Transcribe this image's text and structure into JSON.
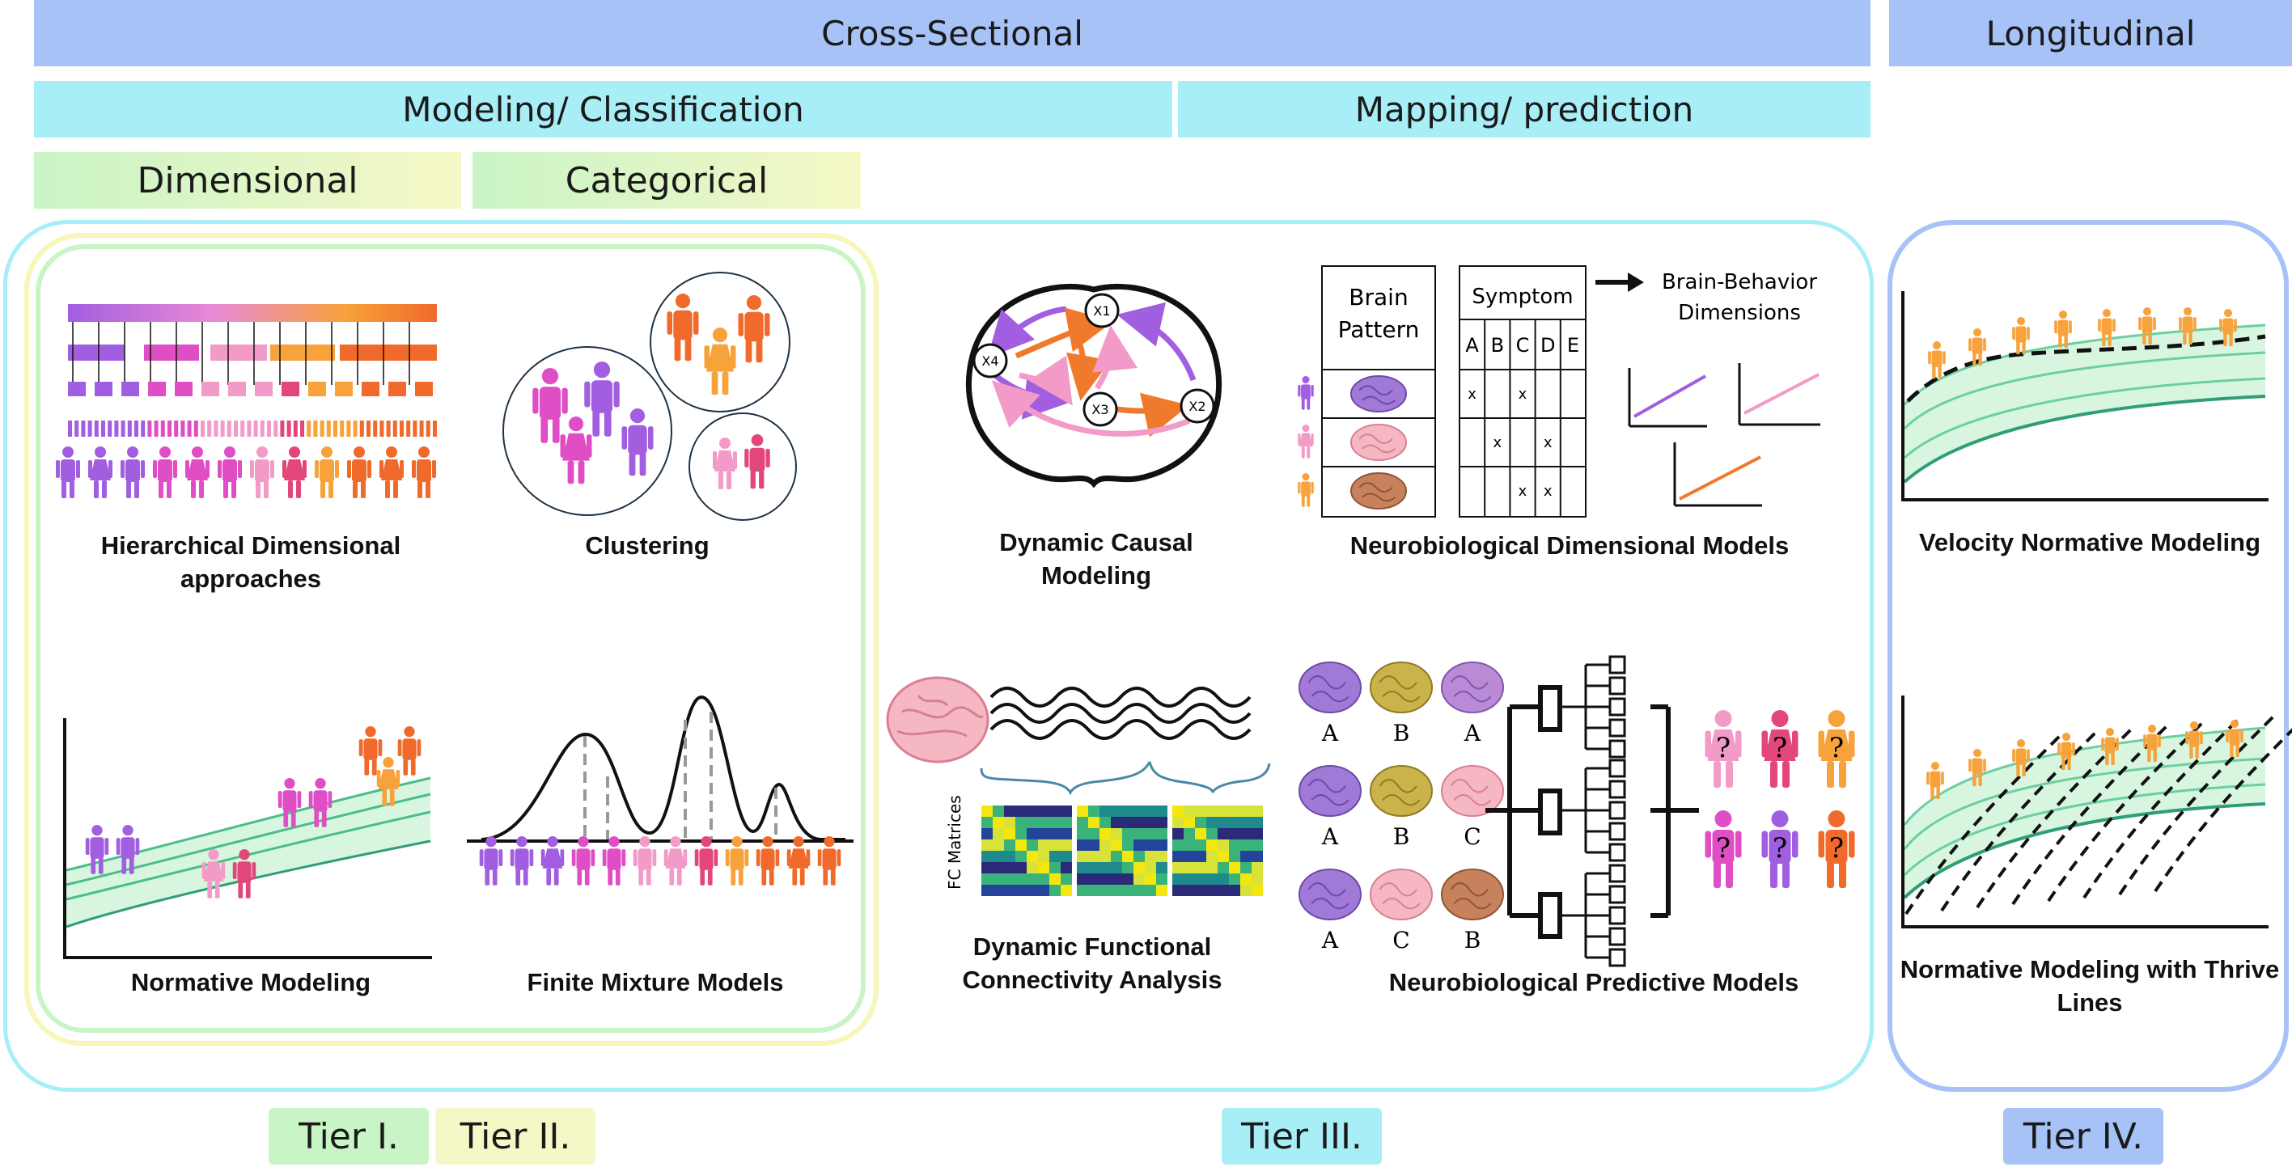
{
  "header": {
    "cross_sectional": "Cross-Sectional",
    "longitudinal": "Longitudinal",
    "modeling_classification": "Modeling/ Classification",
    "mapping_prediction": "Mapping/ prediction",
    "dimensional": "Dimensional",
    "categorical": "Categorical"
  },
  "panels": {
    "hierarchical": "Hierarchical Dimensional approaches",
    "clustering": "Clustering",
    "normative": "Normative Modeling",
    "finite_mixture": "Finite Mixture Models",
    "dcm": "Dynamic Causal Modeling",
    "neuro_dim": "Neurobiological Dimensional Models",
    "dfc": "Dynamic Functional Connectivity Analysis",
    "neuro_pred": "Neurobiological Predictive Models",
    "velocity": "Velocity Normative Modeling",
    "thrive": "Normative Modeling with Thrive Lines"
  },
  "dcm_nodes": [
    "X1",
    "X2",
    "X3",
    "X4"
  ],
  "neuro_dim_table": {
    "brain_pattern": "Brain Pattern",
    "symptom": "Symptom",
    "columns": [
      "A",
      "B",
      "C",
      "D",
      "E"
    ],
    "rows": [
      [
        "x",
        "",
        "x",
        "",
        ""
      ],
      [
        "",
        "x",
        "",
        "x",
        ""
      ],
      [
        "",
        "",
        "x",
        "x",
        ""
      ]
    ],
    "brain_behavior": "Brain-Behavior Dimensions"
  },
  "fc_label": "FC Matrices",
  "pred_brain_labels": [
    "A",
    "B",
    "A",
    "A",
    "B",
    "C",
    "A",
    "C",
    "B"
  ],
  "question_mark": "?",
  "tiers": {
    "t1": "Tier I.",
    "t2": "Tier II.",
    "t3": "Tier III.",
    "t4": "Tier IV."
  },
  "colors": {
    "header_blue": "#a6c2f7",
    "header_cyan": "#a7eef7",
    "dimensional_green": "#c9f4c6",
    "categorical_yellow": "#f6f7c6",
    "purple": "#a25ee0",
    "magenta": "#e04ec5",
    "pink": "#f29ac8",
    "rose": "#e3467a",
    "orange": "#f7a23b",
    "dark_orange": "#f06a2b",
    "band_green": "#c8f2d2",
    "line_green": "#4bbd8a"
  }
}
